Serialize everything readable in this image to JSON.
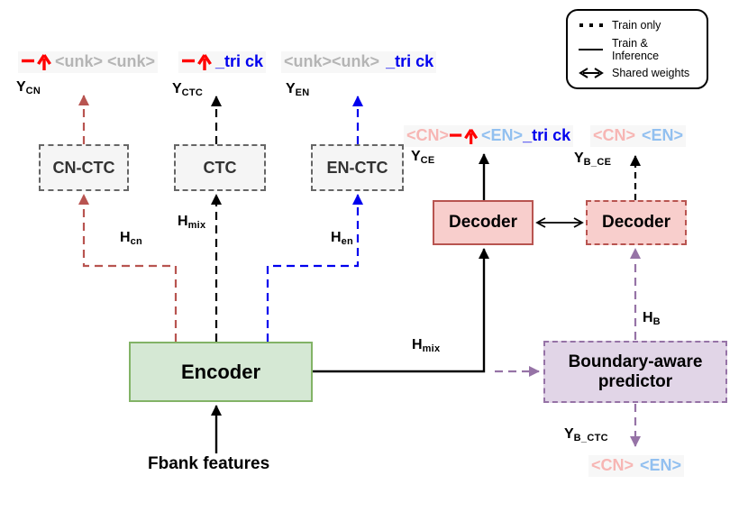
{
  "legend": {
    "items": [
      {
        "label": "Train only",
        "style": "dotted-line"
      },
      {
        "label": "Train & Inference",
        "style": "solid-line"
      },
      {
        "label": "Shared weights",
        "style": "double-arrow"
      }
    ]
  },
  "boxes": {
    "cn_ctc": "CN-CTC",
    "ctc": "CTC",
    "en_ctc": "EN-CTC",
    "encoder": "Encoder",
    "decoder_left": "Decoder",
    "decoder_right": "Decoder",
    "predictor_line1": "Boundary-aware",
    "predictor_line2": "predictor"
  },
  "labels": {
    "y_cn": {
      "base": "Y",
      "sub": "CN"
    },
    "y_ctc": {
      "base": "Y",
      "sub": "CTC"
    },
    "y_en": {
      "base": "Y",
      "sub": "EN"
    },
    "y_ce": {
      "base": "Y",
      "sub": "CE"
    },
    "y_b_ce": {
      "base": "Y",
      "sub": "B_CE"
    },
    "y_b_ctc": {
      "base": "Y",
      "sub": "B_CTC"
    },
    "h_cn": {
      "base": "H",
      "sub": "cn"
    },
    "h_mix_top": {
      "base": "H",
      "sub": "mix"
    },
    "h_en": {
      "base": "H",
      "sub": "en"
    },
    "h_mix_right": {
      "base": "H",
      "sub": "mix"
    },
    "h_b": {
      "base": "H",
      "sub": "B"
    }
  },
  "tokens": {
    "y_cn": [
      {
        "text": "一个"
      },
      {
        "text": "<unk> <unk>"
      }
    ],
    "y_ctc": [
      {
        "text": "一个"
      },
      {
        "text": "_tri ck"
      }
    ],
    "y_en": [
      {
        "text": "<unk><unk>"
      },
      {
        "text": "_tri ck"
      }
    ],
    "y_ce": [
      {
        "text": "<CN>"
      },
      {
        "text": "一个"
      },
      {
        "text": "<EN>"
      },
      {
        "text": "_tri ck"
      }
    ],
    "y_b_ce": [
      {
        "text": "<CN>"
      },
      {
        "text": "<EN>"
      }
    ],
    "y_b_ctc": [
      {
        "text": "<CN>"
      },
      {
        "text": "<EN>"
      }
    ]
  },
  "input_label": "Fbank features",
  "colors": {
    "red_token": "#ff0000",
    "gray_token": "#b5b5b5",
    "blue_token": "#0000ee",
    "pink_token": "#f7b6b4",
    "lightblue_token": "#92c0f0",
    "cn_edge": "#b85450",
    "en_edge": "#0000ee",
    "mix_edge": "#000000",
    "purple_edge": "#9673a6",
    "encoder_fill": "#d5e8d4",
    "encoder_stroke": "#82b366",
    "decoder_fill": "#f8cecc",
    "decoder_stroke": "#b85450",
    "predictor_fill": "#e1d5e7",
    "predictor_stroke": "#9673a6",
    "ctc_fill": "#f5f5f5",
    "ctc_stroke": "#666666"
  }
}
